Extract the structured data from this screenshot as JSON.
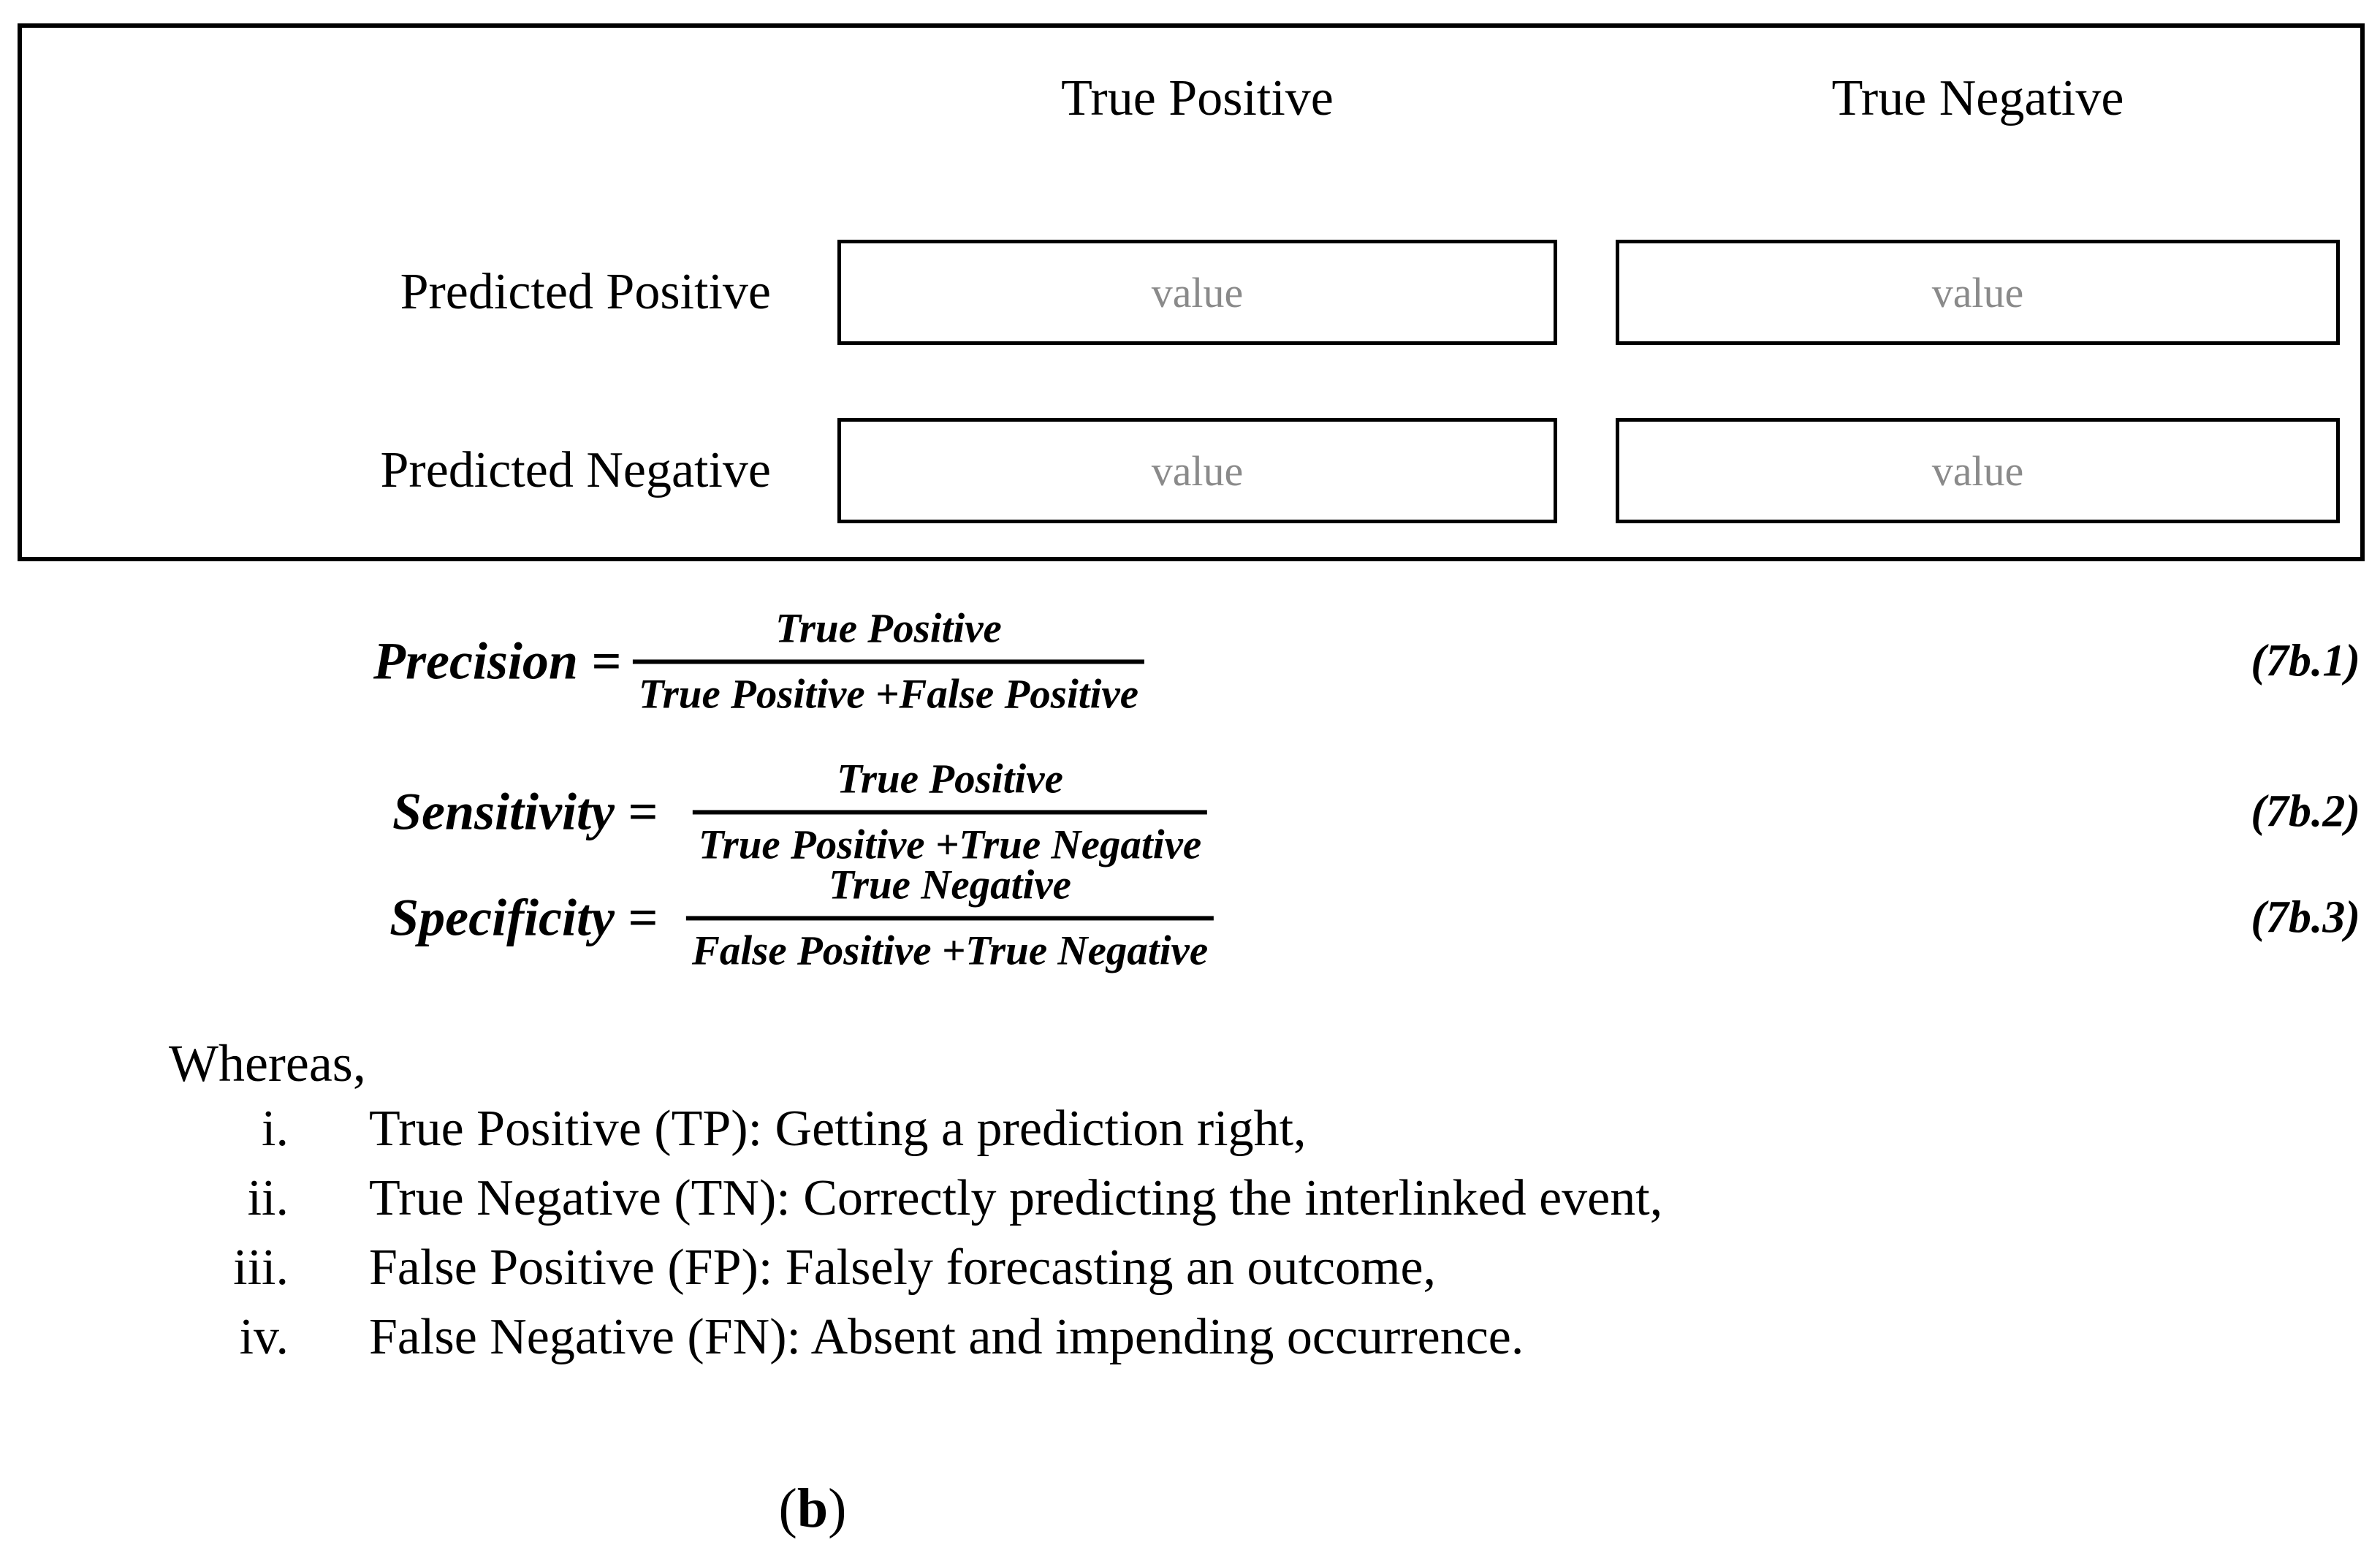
{
  "colors": {
    "ink": "#000000",
    "placeholder_text": "#8a8a8a",
    "background": "#ffffff"
  },
  "matrix": {
    "column_headers": [
      "True Positive",
      "True Negative"
    ],
    "row_headers": [
      "Predicted Positive",
      "Predicted Negative"
    ],
    "cells": [
      [
        "value",
        "value"
      ],
      [
        "value",
        "value"
      ]
    ]
  },
  "equations": [
    {
      "lhs": "Precision =",
      "numerator": "True Positive",
      "denominator": "True Positive +False Positive",
      "number": "(7b.1)"
    },
    {
      "lhs": "Sensitivity =",
      "numerator": "True Positive",
      "denominator": "True Positive +True Negative",
      "number": "(7b.2)"
    },
    {
      "lhs": "Specificity =",
      "numerator": "True Negative",
      "denominator": "False Positive +True Negative",
      "number": "(7b.3)"
    }
  ],
  "definitions": {
    "intro": "Whereas,",
    "items": [
      {
        "numeral": "i.",
        "text": "True Positive (TP): Getting a prediction right,"
      },
      {
        "numeral": "ii.",
        "text": "True Negative (TN): Correctly predicting the interlinked event,"
      },
      {
        "numeral": "iii.",
        "text": "False Positive (FP): Falsely forecasting an outcome,"
      },
      {
        "numeral": "iv.",
        "text": "False Negative (FN): Absent and impending occurrence."
      }
    ]
  },
  "caption": {
    "open": "(",
    "letter": "b",
    "close": ")"
  }
}
